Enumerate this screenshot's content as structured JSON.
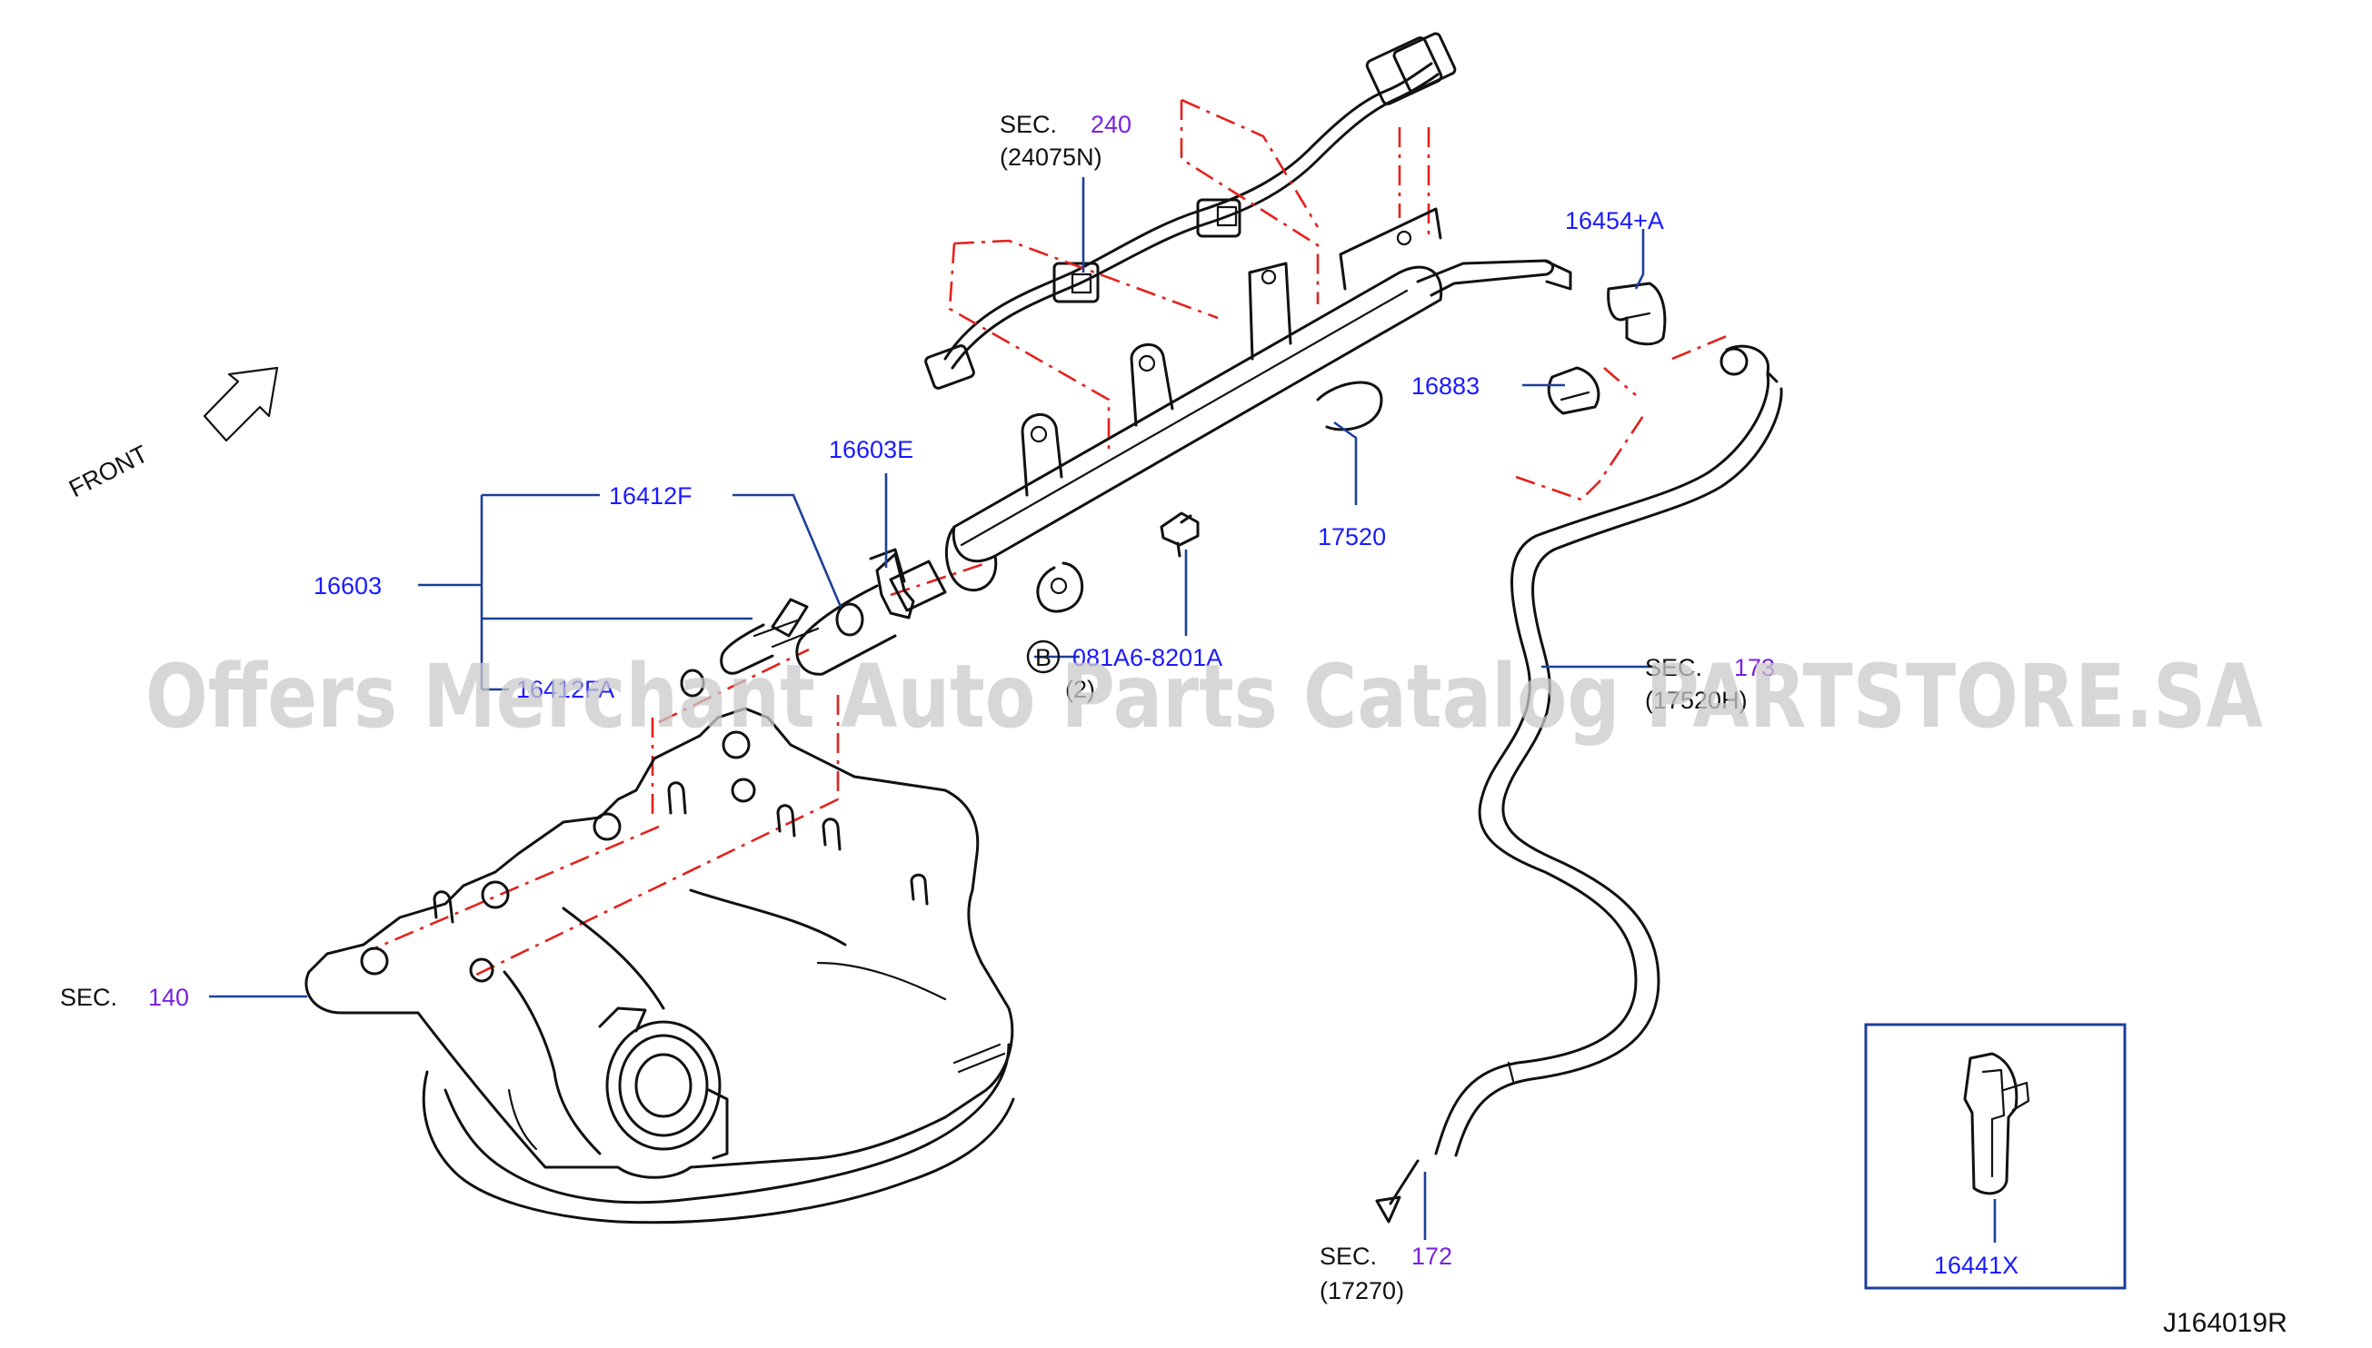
{
  "watermark": "Offers Merchant Auto Parts Catalog PARTSTORE.SA",
  "diagram_id": "J164019R",
  "front": {
    "text": "FRONT"
  },
  "sections": {
    "sec240": {
      "prefix": "SEC.",
      "number": "240",
      "ref": "(24075N)"
    },
    "sec140": {
      "prefix": "SEC.",
      "number": "140"
    },
    "sec173": {
      "prefix": "SEC.",
      "number": "173",
      "ref": "(17520H)"
    },
    "sec172": {
      "prefix": "SEC.",
      "number": "172",
      "ref": "(17270)"
    }
  },
  "parts": {
    "p16454A": "16454+A",
    "p16883": "16883",
    "p17520": "17520",
    "p16603E": "16603E",
    "p16412F": "16412F",
    "p16603": "16603",
    "p16412FA": "16412FA",
    "bolt": {
      "circle": "B",
      "number": "081A6-8201A",
      "qty": "(2)"
    },
    "p16441X": "16441X"
  },
  "colors": {
    "label_blue": "#1a1aff",
    "section_violet": "#7a22e0",
    "leader": "#1d3f9a",
    "phantom_red": "#e3221c",
    "line": "#111111"
  }
}
